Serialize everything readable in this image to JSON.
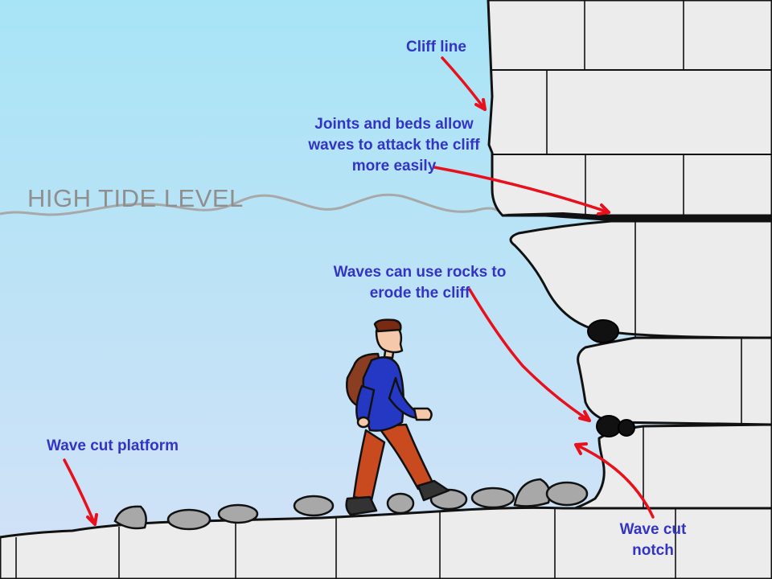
{
  "labels": {
    "cliff_line": "Cliff  line",
    "joints": [
      "Joints and beds allow",
      "waves to attack the cliff",
      "more easily"
    ],
    "high_tide": "HIGH TIDE LEVEL",
    "waves_rocks": [
      "Waves can use rocks to",
      "erode the cliff"
    ],
    "wave_cut_platform": "Wave cut platform",
    "wave_cut_notch": [
      "Wave cut",
      "notch"
    ]
  },
  "colors": {
    "sky_top": "#a7e4f6",
    "sky_bottom": "#d2e1f7",
    "rock": "#ececec",
    "label_text": "#3334c4",
    "arrow": "#e8101a",
    "tide_line": "#a8a8a8",
    "pebble": "#a8a8a8",
    "jacket": "#2438c4",
    "trousers": "#c84a1e",
    "backpack": "#8a3d20"
  },
  "icons": [
    "hiker-figure",
    "pebble",
    "dark-boulder"
  ]
}
